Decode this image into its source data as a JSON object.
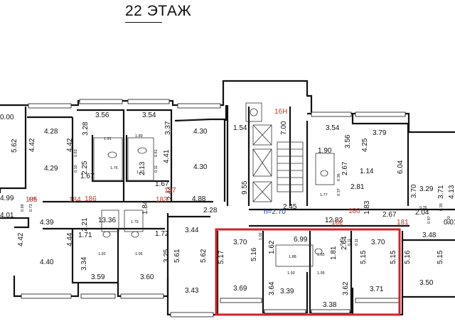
{
  "title": "22 ЭТАЖ",
  "floor_height": "h=2.70",
  "lift_label": "16Н",
  "highlight_color": "#d6202a",
  "apartment_numbers": [
    "186",
    "187",
    "185",
    "184",
    "183",
    "180",
    "182",
    "181"
  ],
  "room_labels": [
    "4.28",
    "5.62",
    "4.42",
    "4.42",
    "4.29",
    "3.28",
    "3.56",
    "3.54",
    "3.37",
    "4.30",
    "4.41",
    "4.30",
    "1.54",
    "7.00",
    "9.55",
    "3.54",
    "3.79",
    "3.56",
    "4.25",
    "6.04",
    "1.90",
    "2.67",
    "1.14",
    "2.81",
    "2.67",
    "2.45",
    "3.70",
    "3.29",
    "3.71",
    "4.13",
    "1.67",
    "2.25",
    "2.13",
    "1.67",
    "13.36",
    "1.84",
    "2.44",
    "4.88",
    "2.28",
    "12.82",
    "1.83",
    "2.04",
    "4.01",
    "4.39",
    "2.21",
    "1.71",
    "4.44",
    "4.42",
    "4.40",
    "3.34",
    "3.59",
    "3.60",
    "1.72",
    "3.25",
    "3.44",
    "5.61",
    "5.62",
    "3.43",
    "3.70",
    "5.17",
    "3.69",
    "5.16",
    "1.62",
    "6.99",
    "2.64",
    "1.81",
    "3.70",
    "5.15",
    "5.15",
    "3.64",
    "3.39",
    "3.62",
    "3.71",
    "3.38",
    "5.16",
    "3.48",
    "3.50",
    "5.15",
    "1.88",
    "1.85",
    "0.00",
    "4.99",
    "0.01",
    "1.93",
    "1.95"
  ],
  "small_labels": [
    "1.91",
    "1.89",
    "1.76",
    "1.77",
    "0.83",
    "0.10",
    "0.81",
    "0.11",
    "0.37",
    "1.77",
    "1.79",
    "1.92",
    "1.95",
    "0.36",
    "0.81",
    "0.11",
    "1.02",
    "0.69",
    "0.73",
    "1.01",
    "0.35",
    "0.87",
    "0.20",
    "0.35",
    "0.11"
  ]
}
